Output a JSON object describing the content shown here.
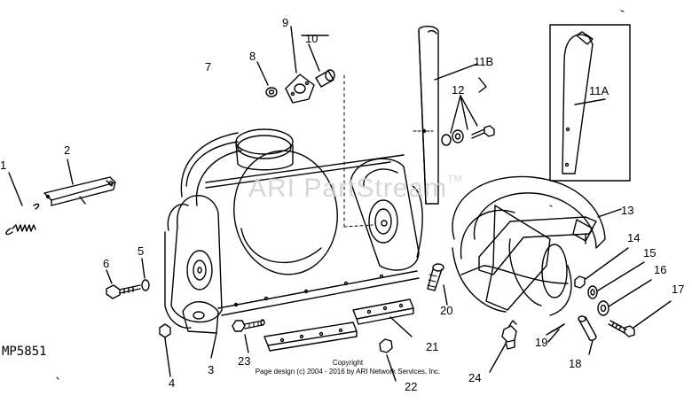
{
  "diagram": {
    "model_code": "MP5851",
    "watermark": "ARI PartStream",
    "watermark_tm": "TM",
    "copyright_title": "Copyright",
    "copyright_text": "Page design (c) 2004 - 2016 by ARI Network Services, Inc.",
    "callouts": [
      "1",
      "2",
      "3",
      "4",
      "5",
      "6",
      "7",
      "8",
      "9",
      "10",
      "11A",
      "11B",
      "12",
      "13",
      "14",
      "15",
      "16",
      "17",
      "18",
      "19",
      "20",
      "21",
      "22",
      "23",
      "24"
    ]
  }
}
